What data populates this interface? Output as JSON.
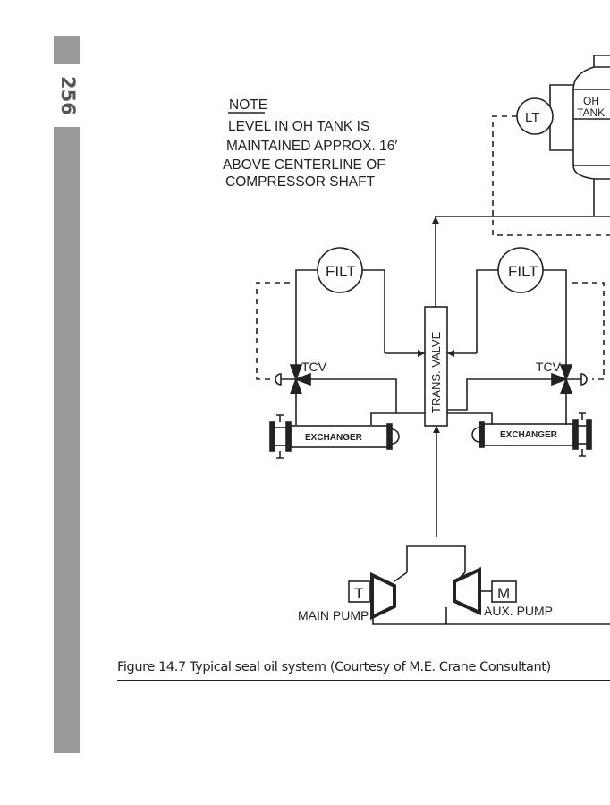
{
  "page_number": "256",
  "note": {
    "heading": "NOTE",
    "lines": [
      "LEVEL IN OH TANK IS",
      "MAINTAINED APPROX. 16′",
      "ABOVE CENTERLINE OF",
      "COMPRESSOR SHAFT"
    ]
  },
  "diagram": {
    "tank_line1": "OH",
    "tank_line2": "TANK",
    "level_transmitter": "LT",
    "filter_left": "FILT",
    "filter_right": "FILT",
    "tcv_left": "TCV",
    "tcv_right": "TCV",
    "trans_valve": "TRANS. VALVE",
    "exchanger_left": "EXCHANGER",
    "exchanger_right": "EXCHANGER",
    "turbine_driver": "T",
    "motor_driver": "M",
    "main_pump": "MAIN PUMP",
    "aux_pump": "AUX. PUMP"
  },
  "caption": "Figure 14.7 Typical seal oil system (Courtesy of M.E. Crane Consultant)"
}
